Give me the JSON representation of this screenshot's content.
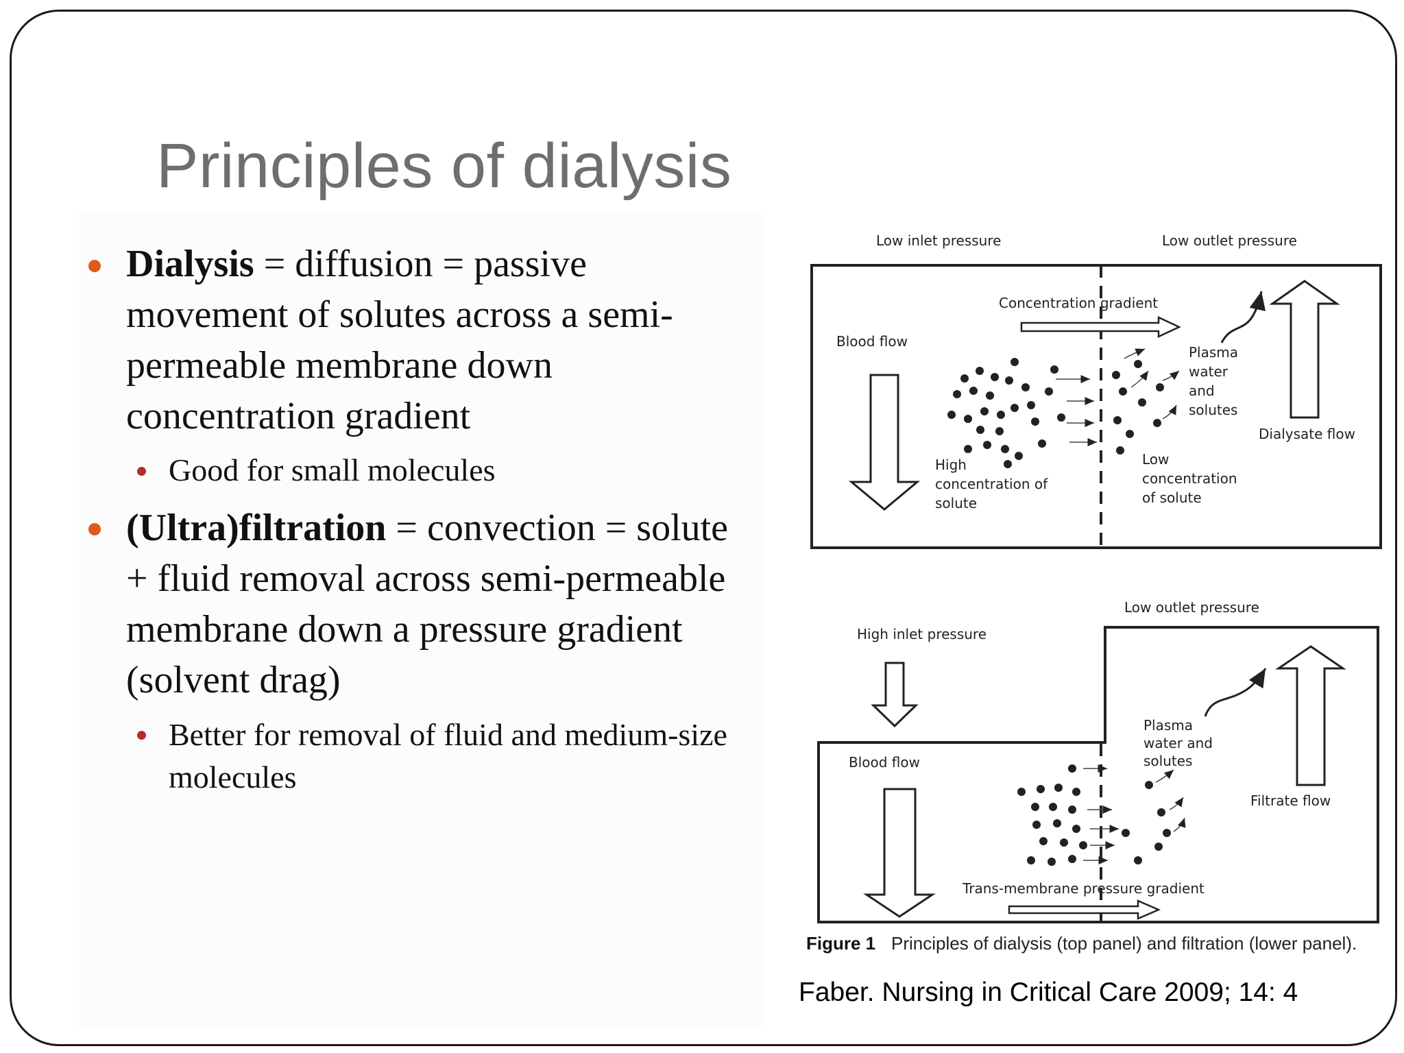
{
  "slide": {
    "title": "Principles of dialysis",
    "bullets": [
      {
        "bold": "Dialysis",
        "rest": " = diffusion = passive movement of solutes across a semi-permeable membrane down concentration gradient",
        "sub": "Good for small molecules"
      },
      {
        "bold": "(Ultra)filtration",
        "rest": " = convection = solute + fluid removal across semi-permeable membrane down a pressure gradient (solvent drag)",
        "sub": "Better for removal of fluid and medium-size molecules"
      }
    ],
    "citation": "Faber. Nursing in Critical Care 2009; 14: 4"
  },
  "figure": {
    "top_panel": {
      "low_inlet_pressure": "Low inlet pressure",
      "low_outlet_pressure": "Low outlet pressure",
      "concentration_gradient": "Concentration gradient",
      "blood_flow": "Blood flow",
      "plasma_water_solutes": [
        "Plasma",
        "water",
        "and",
        "solutes"
      ],
      "dialysate_flow": "Dialysate flow",
      "high_concentration": [
        "High",
        "concentration of",
        "solute"
      ],
      "low_concentration": [
        "Low",
        "concentration",
        "of solute"
      ]
    },
    "bottom_panel": {
      "low_outlet_pressure": "Low outlet pressure",
      "high_inlet_pressure": "High inlet pressure",
      "blood_flow": "Blood flow",
      "plasma_water_solutes": [
        "Plasma",
        "water and",
        "solutes"
      ],
      "filtrate_flow": "Filtrate flow",
      "tmp_gradient": "Trans-membrane pressure gradient"
    },
    "caption_bold": "Figure 1",
    "caption_text": "Principles of dialysis (top panel) and filtration (lower panel)."
  },
  "colors": {
    "title": "#6e6e6e",
    "bullet": "#e05a1c",
    "sub_bullet": "#b22e2a"
  }
}
